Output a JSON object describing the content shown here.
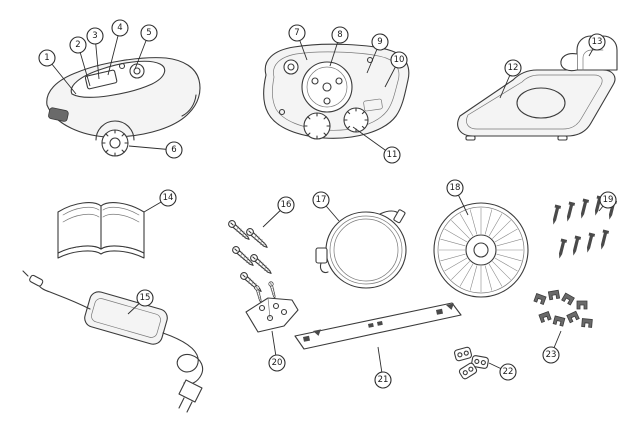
{
  "diagram": {
    "background": "#ffffff",
    "line_color": "#3b3b3b",
    "callouts": [
      "1",
      "2",
      "3",
      "4",
      "5",
      "6",
      "7",
      "8",
      "9",
      "10",
      "11",
      "12",
      "13",
      "14",
      "15",
      "16",
      "17",
      "18",
      "19",
      "20",
      "21",
      "22",
      "23"
    ]
  }
}
